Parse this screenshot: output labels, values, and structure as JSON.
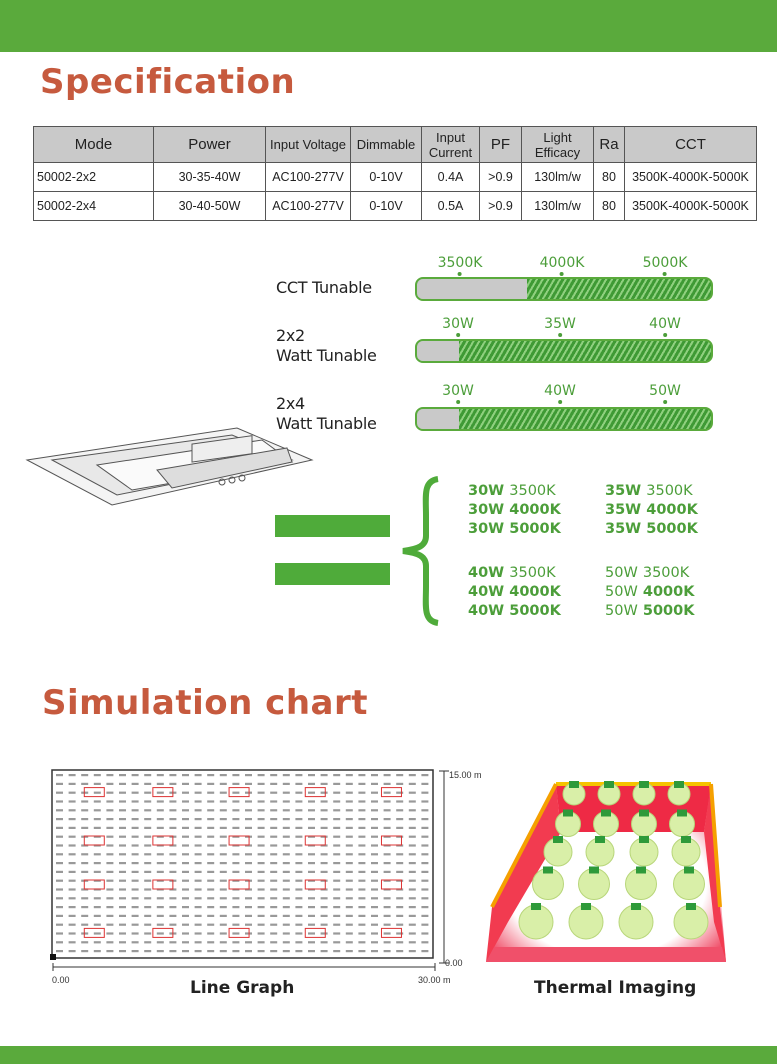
{
  "spec": {
    "title": "Specification",
    "headers": [
      "Mode",
      "Power",
      "Input Voltage",
      "Dimmable",
      "Input Current",
      "PF",
      "Light Efficacy",
      "Ra",
      "CCT"
    ],
    "rows": [
      [
        "50002-2x2",
        "30-35-40W",
        "AC100-277V",
        "0-10V",
        "0.4A",
        ">0.9",
        "130lm/w",
        "80",
        "3500K-4000K-5000K"
      ],
      [
        "50002-2x4",
        "30-40-50W",
        "AC100-277V",
        "0-10V",
        "0.5A",
        ">0.9",
        "130lm/w",
        "80",
        "3500K-4000K-5000K"
      ]
    ]
  },
  "tunable": [
    {
      "label1": "CCT Tunable",
      "label2": "",
      "ticks": [
        "3500K",
        "4000K",
        "5000K"
      ]
    },
    {
      "label1": "2x2",
      "label2": "Watt Tunable",
      "ticks": [
        "30W",
        "35W",
        "40W"
      ]
    },
    {
      "label1": "2x4",
      "label2": "Watt Tunable",
      "ticks": [
        "30W",
        "40W",
        "50W"
      ]
    }
  ],
  "combos": {
    "col1": [
      [
        "30W",
        "3500K"
      ],
      [
        "30W",
        "4000K"
      ],
      [
        "30W",
        "5000K"
      ],
      [
        "40W",
        "3500K"
      ],
      [
        "40W",
        "4000K"
      ],
      [
        "40W",
        "5000K"
      ]
    ],
    "col2": [
      [
        "35W",
        "3500K"
      ],
      [
        "35W",
        "4000K"
      ],
      [
        "35W",
        "5000K"
      ],
      [
        "50W",
        "3500K"
      ],
      [
        "50W",
        "4000K"
      ],
      [
        "50W",
        "5000K"
      ]
    ]
  },
  "simulation": {
    "title": "Simulation chart",
    "y_max": "15.00 m",
    "y_min": "0.00",
    "x_min": "0.00",
    "x_max": "30.00 m",
    "line_graph_caption": "Line Graph",
    "thermal_caption": "Thermal Imaging"
  },
  "colors": {
    "green": "#5aaa3c",
    "title": "#c65a3e"
  }
}
